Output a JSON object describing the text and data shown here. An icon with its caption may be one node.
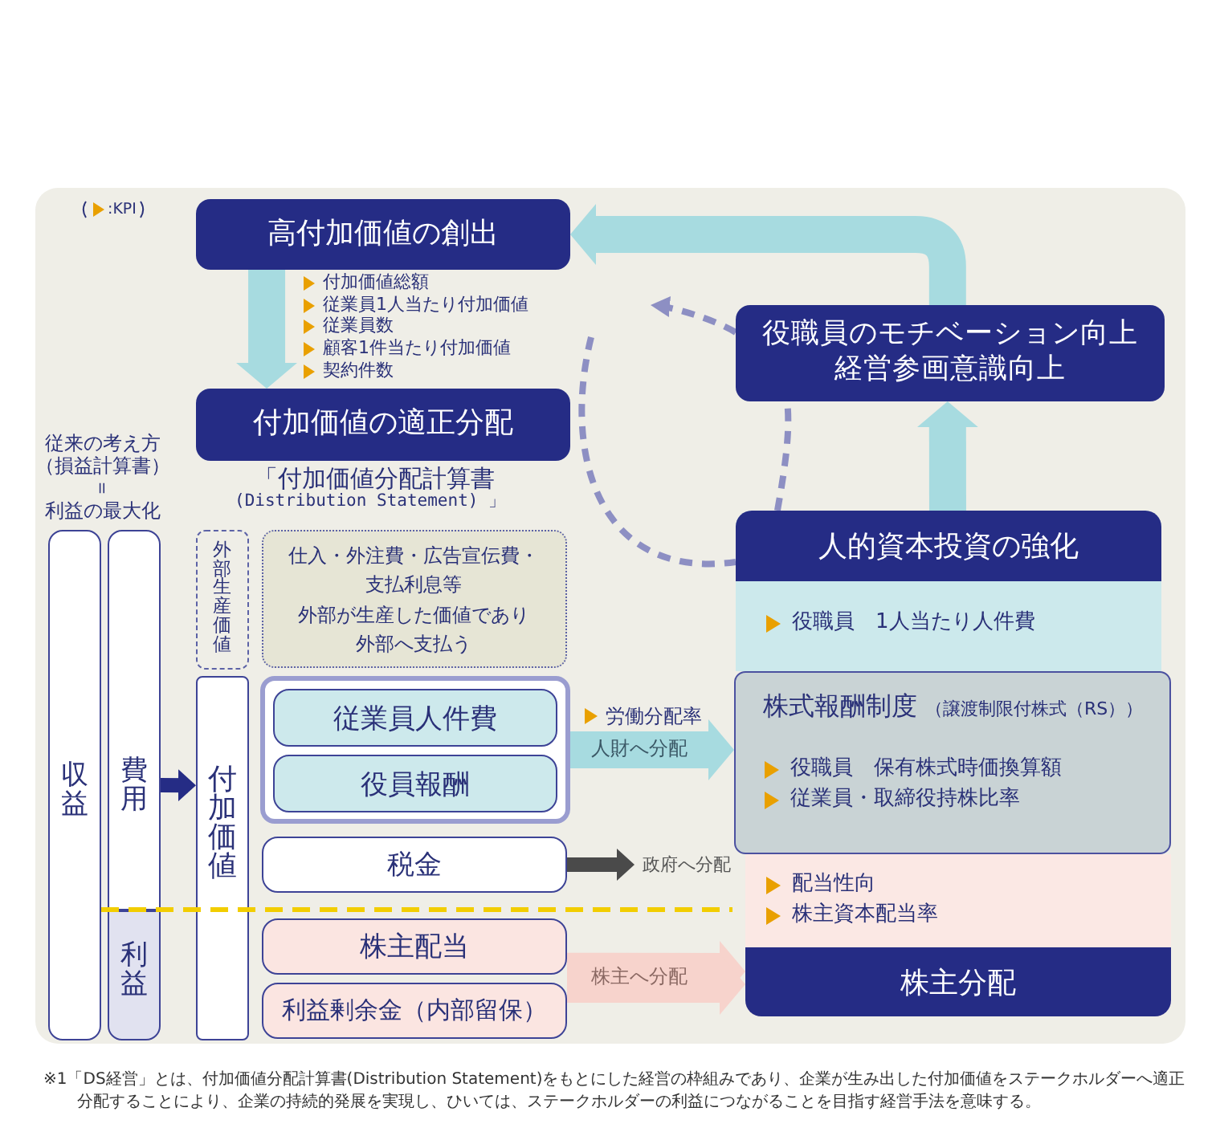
{
  "diagram": {
    "caption": "※1「DS経営」とは、付加価値分配計算書(Distribution Statement)をもとにした経営の枠組みであり、企業が生み出した付加価値をステークホルダーへ適正分配することにより、企業の持続的発展を実現し、ひいては、ステークホルダーの利益につながることを目指す経営手法を意味する。",
    "nodes": [
      {
        "text": [
          "高付加価値の創出"
        ],
        "beside": [
          "付加価値総額",
          "従業員1人当たり付加価値",
          "従業員数",
          "顧客1件当たり付加価値",
          "契約件数"
        ]
      },
      {
        "text": [
          "役職員のモチベーション向上経営参画意識向上"
        ]
      },
      {
        "text": [
          "付加価値の適正分配"
        ]
      },
      {
        "text": [
          "収益"
        ]
      },
      {
        "text": [
          "費用"
        ]
      },
      {
        "text": [
          "利益"
        ]
      },
      {
        "text": [
          "外部生産価値"
        ]
      },
      {
        "text": [
          "付加価値"
        ]
      },
      {
        "text": [
          "仕入・外注費・広告宣伝費・支払利息等",
          "外部が生産した価値であり外部へ支払う"
        ]
      },
      {
        "text": [],
        "shape": "box"
      },
      {
        "text": [
          "従業員人件費"
        ],
        "in": 9
      },
      {
        "text": [
          "役員報酬"
        ],
        "in": 9
      },
      {
        "text": [
          "税金"
        ]
      },
      {
        "text": [
          "株主配当"
        ]
      },
      {
        "text": [
          "利益剰余金（内部留保）"
        ]
      },
      {
        "text": [
          "人的資本投資の強化",
          "役職員　1人当たり人件費"
        ]
      },
      {
        "text": [
          "株式報酬制度",
          "（譲渡制限付株式（RS））",
          "役職員　保有株式時価換算額",
          "従業員・取締役持株比率"
        ]
      },
      {
        "text": [
          "配当性向",
          "株主資本配当率",
          "株主分配"
        ]
      }
    ],
    "edges": [
      {
        "from": 0,
        "to": 2,
        "arrow": "to"
      },
      {
        "from": 15,
        "to": 1,
        "arrow": "to"
      },
      {
        "from": 1,
        "to": 0,
        "arrow": "to"
      },
      {
        "from": null,
        "to": 15,
        "arrow": "none",
        "style": "dashed",
        "color": "#8d8fc3"
      },
      {
        "from": 15,
        "to": 1,
        "arrow": "none",
        "style": "dashed",
        "color": "#8d8fc3"
      },
      {
        "from": 1,
        "to": null,
        "arrow": "to",
        "style": "dashed",
        "color": "#8d8fc3"
      },
      {
        "from": 4,
        "to": 7,
        "arrow": "to",
        "color": "#252c85"
      },
      {
        "from": 9,
        "to": 16,
        "arrow": "to",
        "label": "人財へ分配"
      },
      {
        "from": 12,
        "to": null,
        "arrow": "to",
        "color": "#4a4a4a",
        "label": "政府へ分配"
      },
      {
        "from": 13,
        "to": 17,
        "arrow": "to",
        "color": "#f7d3cc",
        "label": "株主へ分配"
      },
      {
        "from": 14,
        "to": 17,
        "arrow": "to",
        "color": "#f7d3cc"
      }
    ],
    "labels": [
      "従来の考え方",
      "（損益計算書）",
      "＝",
      "利益の最大化",
      "「付加価値分配計算書",
      "(Distribution Statement) 」",
      "労働分配率"
    ],
    "legend": [
      {
        "text": ":KPI"
      }
    ]
  }
}
